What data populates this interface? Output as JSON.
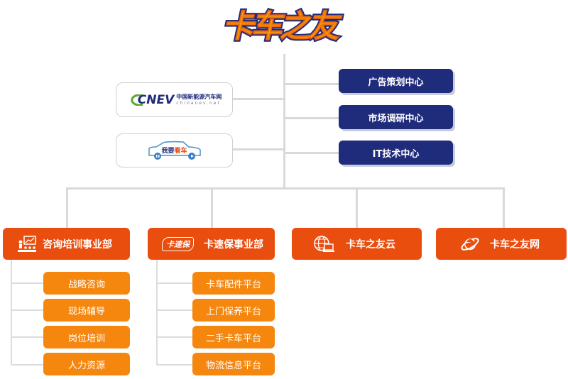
{
  "logo": {
    "text": "卡车之友"
  },
  "centers": [
    "广告策划中心",
    "市场调研中心",
    "IT技术中心"
  ],
  "partners": {
    "nev": {
      "brand": "CNEV",
      "name_cn": "中国新能源汽车网",
      "domain": "chinanev.net"
    },
    "kanche": {
      "text_a": "我要",
      "text_b": "看车"
    }
  },
  "divisions": [
    {
      "label": "咨询培训事业部",
      "icon": "consulting-icon"
    },
    {
      "label": "卡速保事业部",
      "icon": "kasubao-logo",
      "icon_text": "卡速保"
    },
    {
      "label": "卡车之友云",
      "icon": "globe-computer-icon"
    },
    {
      "label": "卡车之友网",
      "icon": "ie-browser-icon"
    }
  ],
  "consulting_items": [
    "战略咨询",
    "现场辅导",
    "岗位培训",
    "人力资源"
  ],
  "kasubao_items": [
    "卡车配件平台",
    "上门保养平台",
    "二手卡车平台",
    "物流信息平台"
  ],
  "colors": {
    "navy": "#1f2b7b",
    "red": "#e94e0f",
    "orange": "#f5870f",
    "line": "#d9d9d9",
    "logo_yellow": "#ffd400"
  }
}
